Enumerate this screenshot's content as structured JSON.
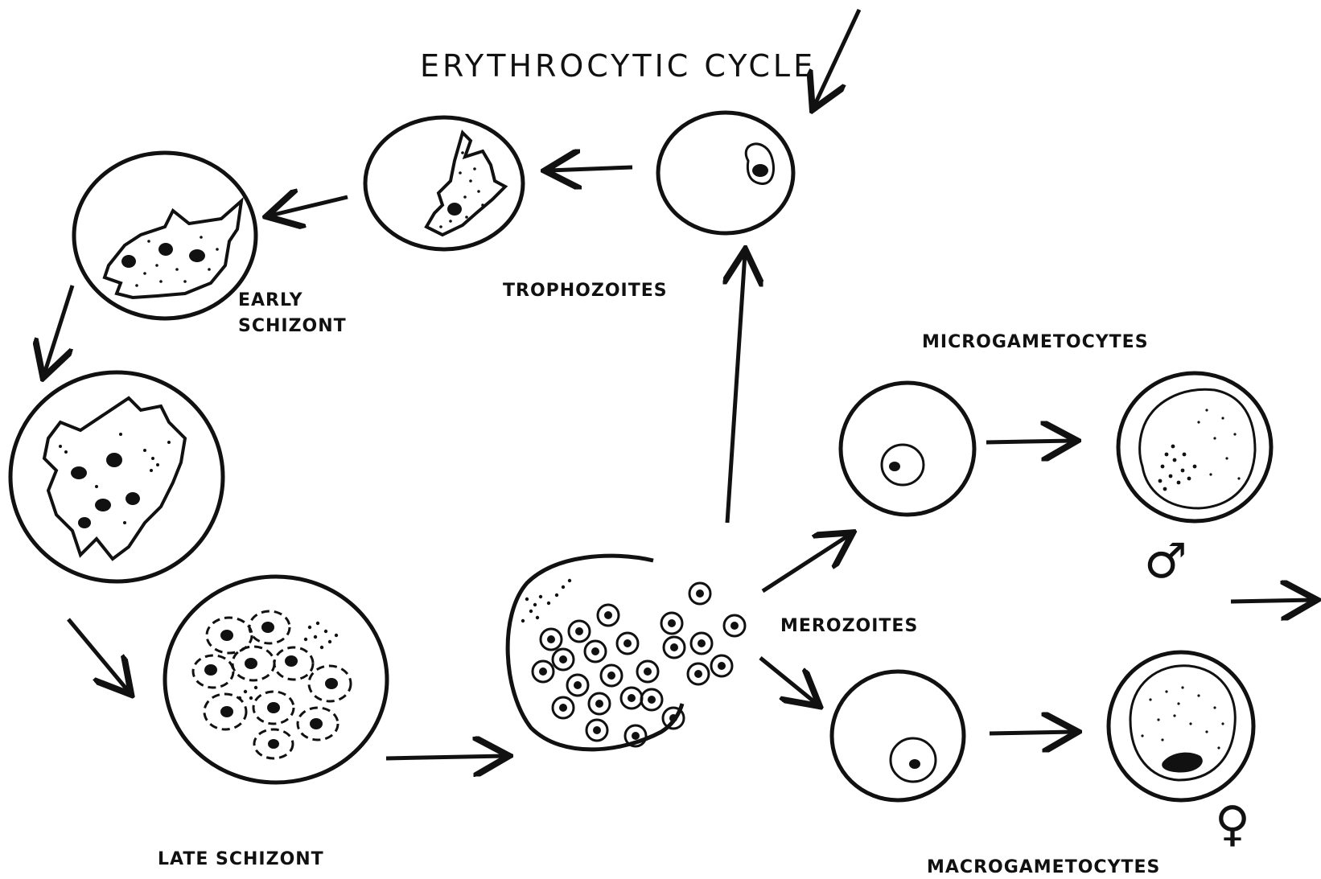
{
  "labels": {
    "title": "ERYTHROCYTIC CYCLE",
    "trophozoites": "TROPHOZOITES",
    "early_schizont_line1": "EARLY",
    "early_schizont_line2": "SCHIZONT",
    "late_schizont": "LATE SCHIZONT",
    "merozoites": "MEROZOITES",
    "microgametocytes": "MICROGAMETOCYTES",
    "macrogametocytes": "MACROGAMETOCYTES"
  },
  "symbols": {
    "male": "♂",
    "female": "♀"
  }
}
